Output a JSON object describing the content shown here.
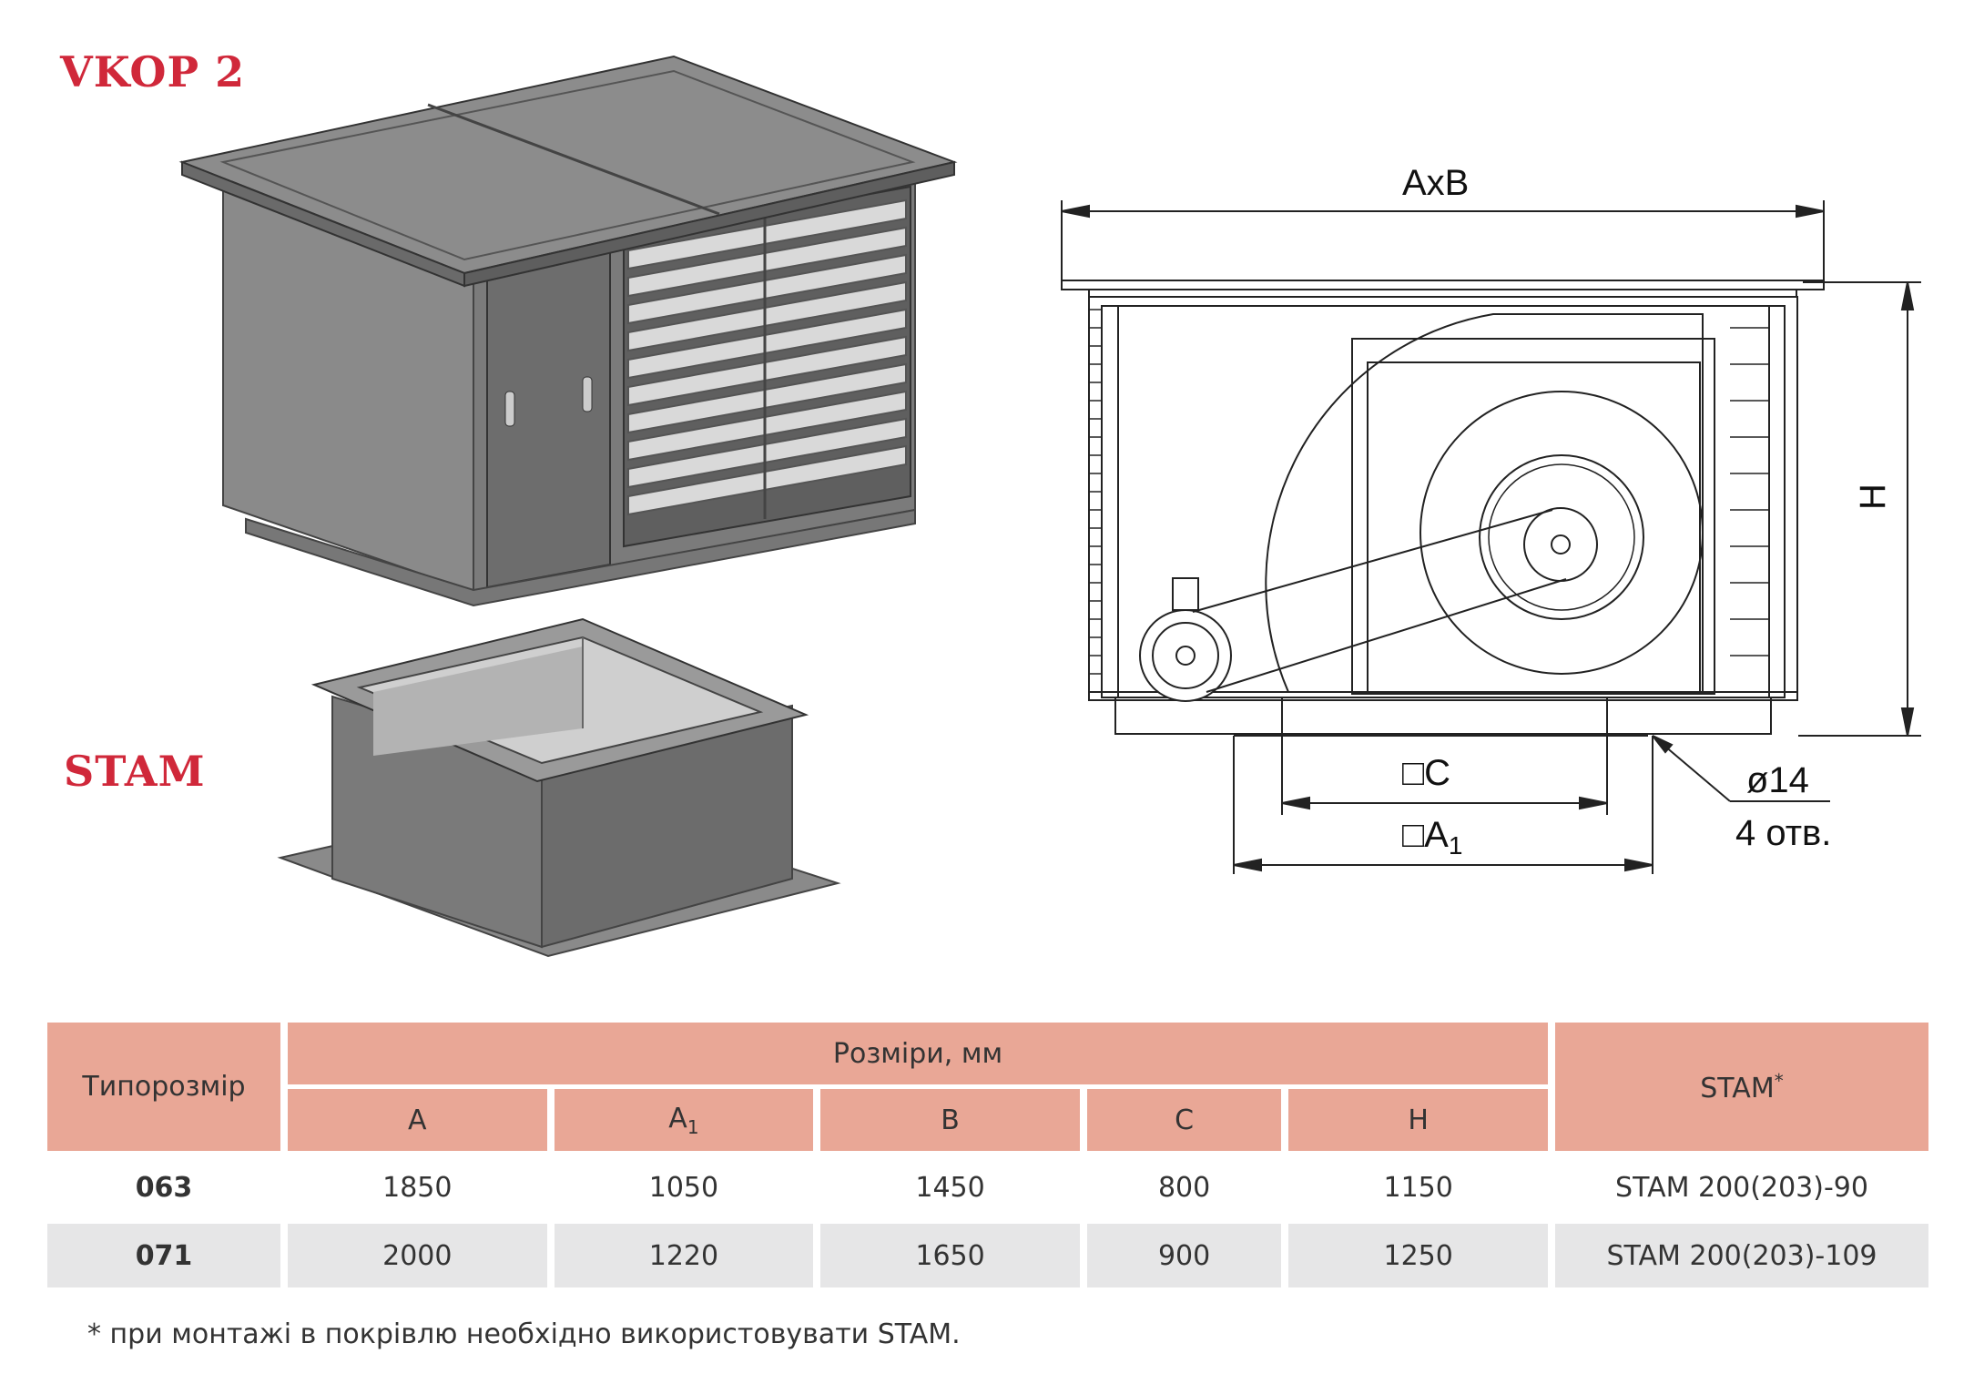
{
  "titles": {
    "top": "VKOP 2",
    "bottom": "STAM"
  },
  "drawing_labels": {
    "axb": "AxB",
    "h": "H",
    "c": "□C",
    "a1": "□A",
    "a1_sub": "1",
    "hole_dia": "ø14",
    "hole_count": "4 отв."
  },
  "table": {
    "col_typesize": "Типорозмір",
    "col_dimensions": "Розміри, мм",
    "col_stam": "STAM",
    "col_stam_mark": "*",
    "sub_a": "A",
    "sub_a1": "A",
    "sub_a1_index": "1",
    "sub_b": "B",
    "sub_c": "C",
    "sub_h": "H",
    "rows": [
      {
        "size": "063",
        "a": "1850",
        "a1": "1050",
        "b": "1450",
        "c": "800",
        "h": "1150",
        "stam": "STAM 200(203)-90"
      },
      {
        "size": "071",
        "a": "2000",
        "a1": "1220",
        "b": "1650",
        "c": "900",
        "h": "1250",
        "stam": "STAM 200(203)-109"
      }
    ]
  },
  "footnote": "* при монтажі в покрівлю необхідно використовувати STAM."
}
